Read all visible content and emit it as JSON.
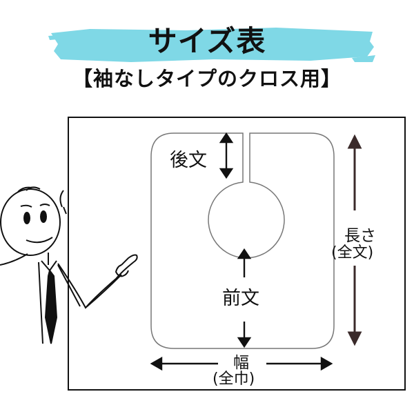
{
  "header": {
    "title": "サイズ表",
    "subtitle": "【袖なしタイプのクロス用】"
  },
  "labels": {
    "back_length": "後文",
    "front_length": "前文",
    "length_main": "長さ",
    "length_sub": "(全文)",
    "width_main": "幅",
    "width_sub": "(全巾)"
  },
  "colors": {
    "brush": "#7fd8e6",
    "outline": "#777777",
    "arrow": "#111111",
    "length_arrow": "#3a2a2a"
  }
}
